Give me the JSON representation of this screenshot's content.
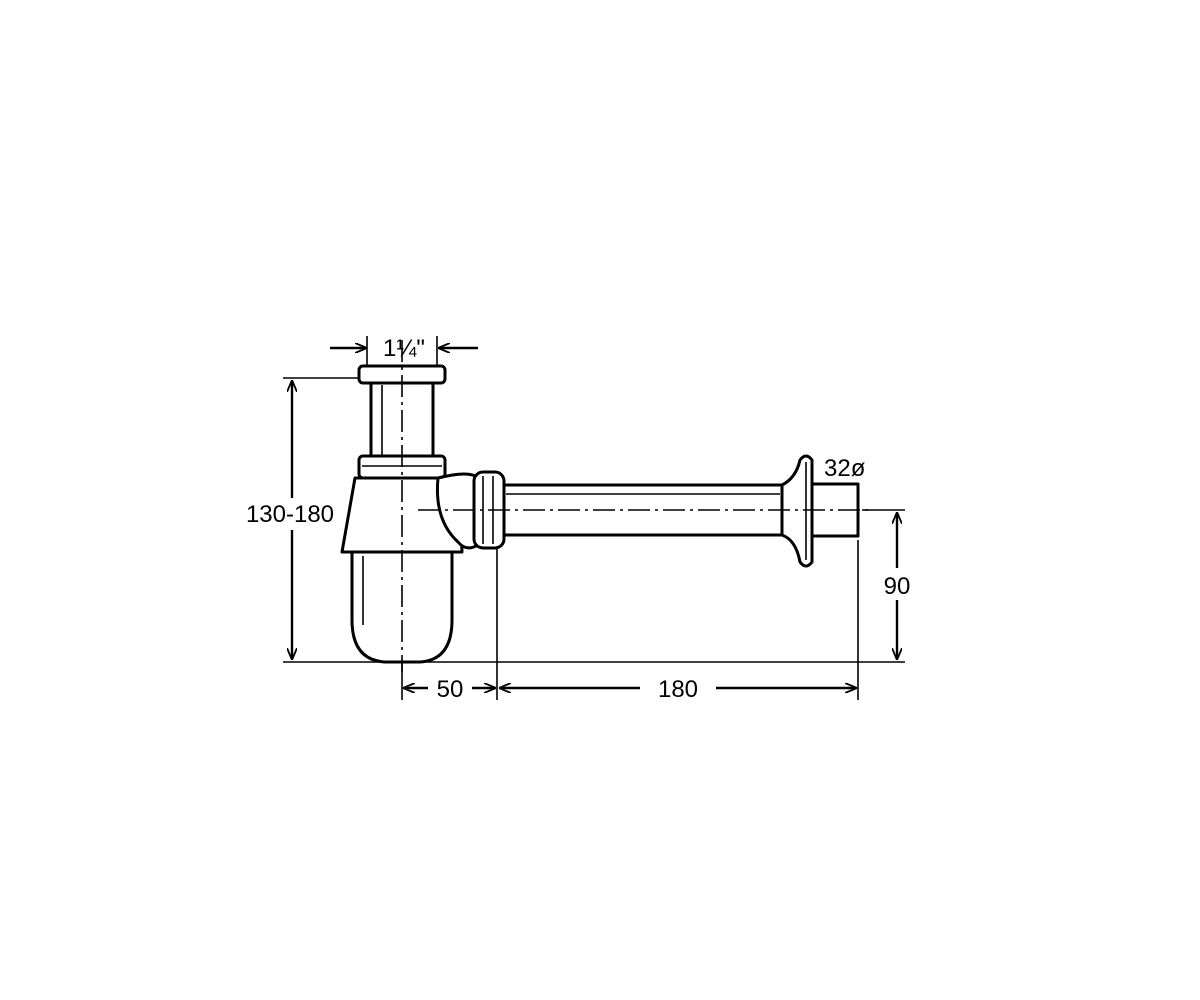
{
  "dimensions": {
    "top_thread": "1¼\"",
    "height_range": "130-180",
    "outlet_diameter": "32ø",
    "outlet_height": "90",
    "offset_short": "50",
    "offset_long": "180"
  }
}
